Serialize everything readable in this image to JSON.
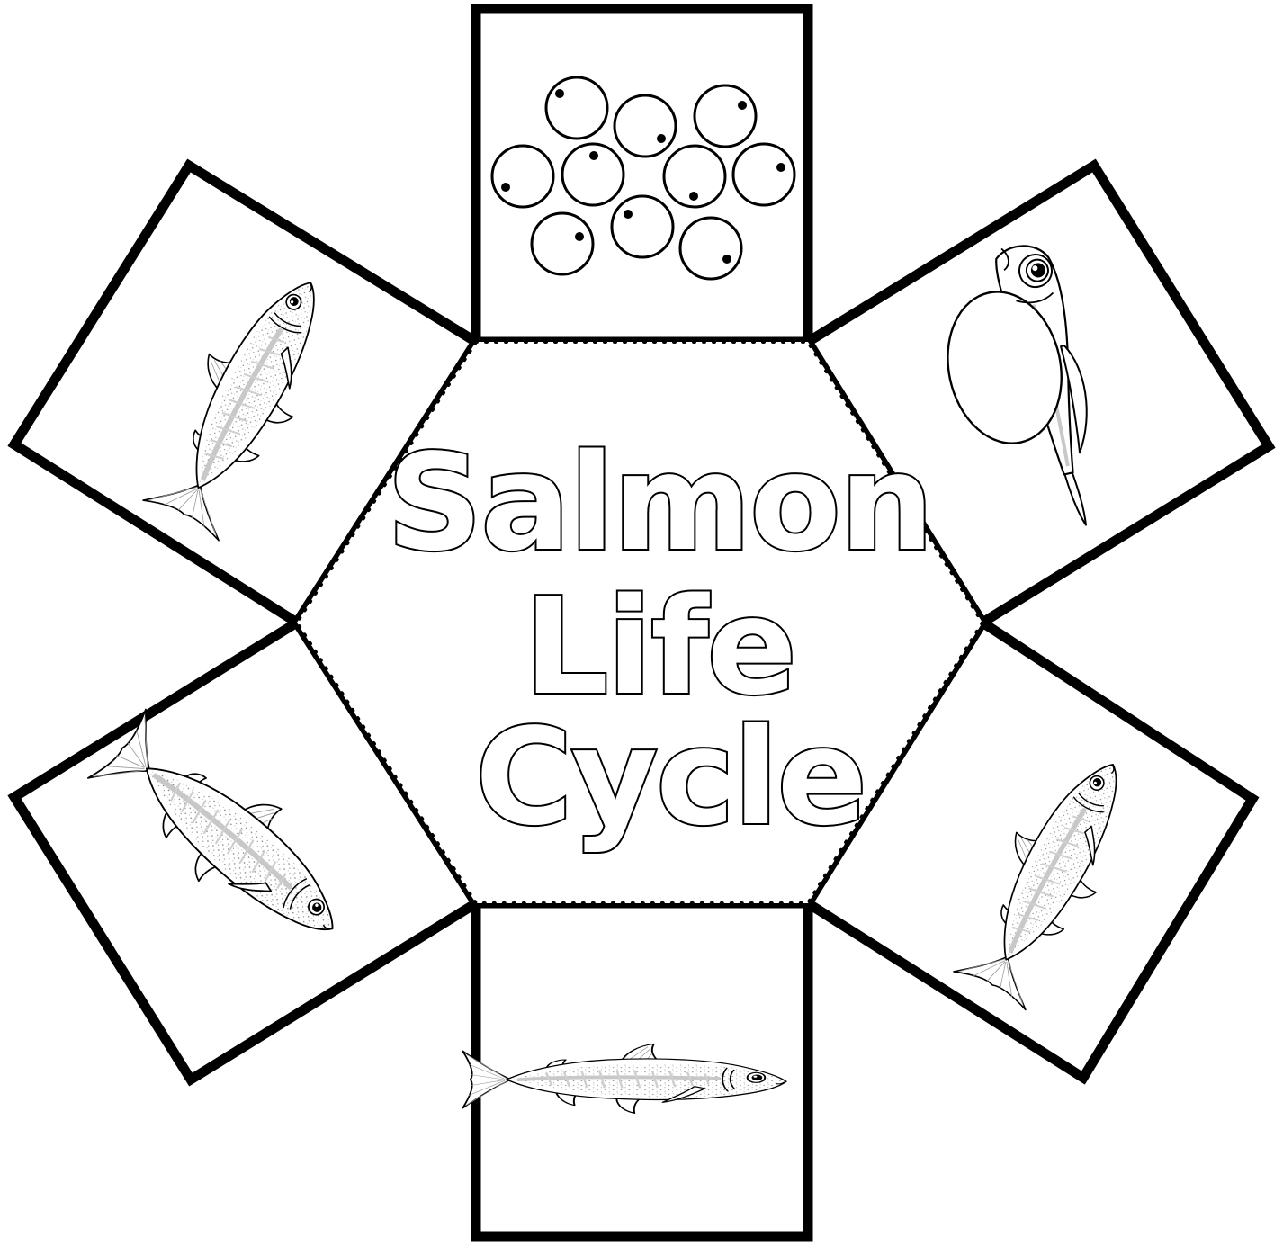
{
  "title": {
    "line1": "Salmon",
    "line2": "Life",
    "line3": "Cycle"
  },
  "stages": [
    {
      "position": "top",
      "icon": "salmon-eggs-icon"
    },
    {
      "position": "upper-right",
      "icon": "alevin-icon"
    },
    {
      "position": "lower-right",
      "icon": "fry-icon"
    },
    {
      "position": "bottom",
      "icon": "smolt-icon"
    },
    {
      "position": "lower-left",
      "icon": "adult-salmon-icon"
    },
    {
      "position": "upper-left",
      "icon": "spawning-salmon-icon"
    }
  ],
  "colors": {
    "line": "#000000",
    "background": "#ffffff"
  }
}
